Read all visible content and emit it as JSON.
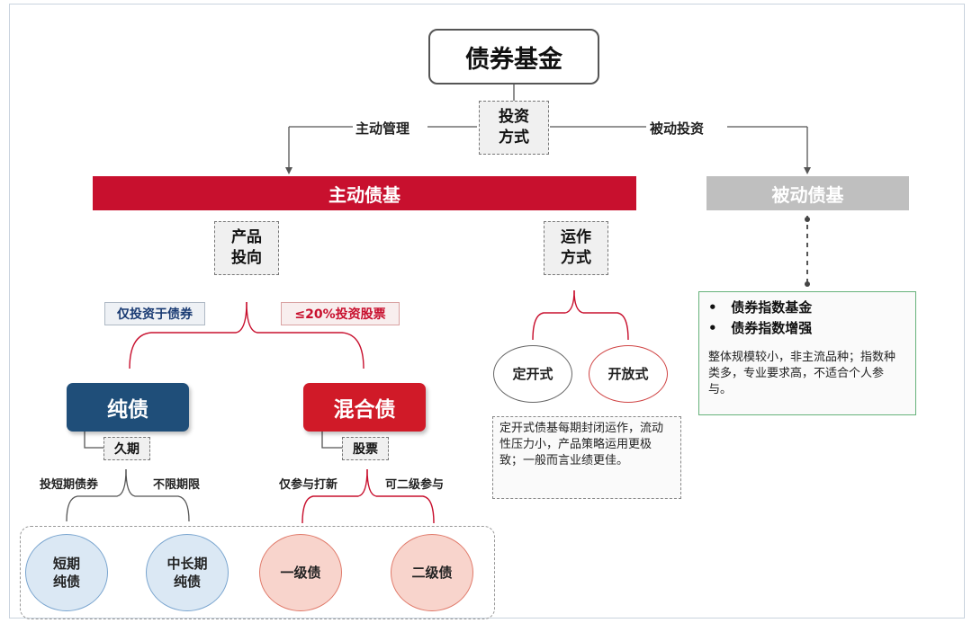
{
  "title": "债券基金",
  "method": "投资\n方式",
  "active_mgmt_label": "主动管理",
  "passive_invest_label": "被动投资",
  "active_fund": "主动债基",
  "passive_fund": "被动债基",
  "product_direction": "产品\n投向",
  "operation_mode": "运作\n方式",
  "bond_only_tag": "仅投资于债券",
  "stock_limit_tag": "≤20%投资股票",
  "pure_bond": "纯债",
  "mixed_bond": "混合债",
  "duration_tag": "久期",
  "stock_tag": "股票",
  "short_term_label": "投短期债券",
  "unlimited_label": "不限期限",
  "ipo_label": "仅参与打新",
  "secondary_label": "可二级参与",
  "circles": {
    "short_pure": "短期\n纯债",
    "mid_long_pure": "中长期\n纯债",
    "primary_bond": "一级债",
    "secondary_bond": "二级债",
    "closed_end": "定开式",
    "open_end": "开放式"
  },
  "closed_end_note": "定开式债基每期封闭运作，流动性压力小，产品策略运用更极致；一般而言业绩更佳。",
  "passive_bullets": [
    "债券指数基金",
    "债券指数增强"
  ],
  "passive_note": "整体规模较小，非主流品种；指数种类多，专业要求高，不适合个人参与。",
  "colors": {
    "active_red": "#c8102e",
    "passive_gray": "#bfbfbf",
    "pure_blue": "#1f4e79",
    "mixed_red": "#d01a28",
    "note_green": "#66b27a"
  }
}
